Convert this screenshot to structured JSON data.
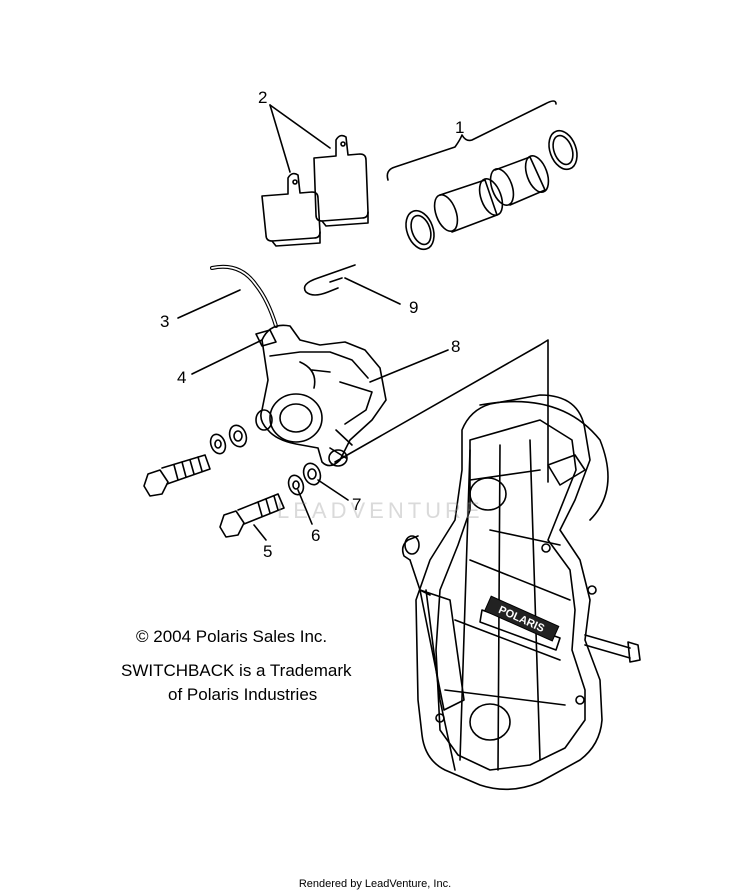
{
  "callouts": {
    "c1": "1",
    "c2": "2",
    "c3": "3",
    "c4": "4",
    "c5": "5",
    "c6": "6",
    "c7": "7",
    "c8": "8",
    "c9": "9"
  },
  "notes": {
    "copyright": "© 2004 Polaris Sales Inc.",
    "trademark_line1": "SWITCHBACK is a Trademark",
    "trademark_line2": "of Polaris Industries"
  },
  "cover_brand": "POLARIS",
  "watermark": "LEADVENTURE",
  "footer": "Rendered by LeadVenture, Inc."
}
